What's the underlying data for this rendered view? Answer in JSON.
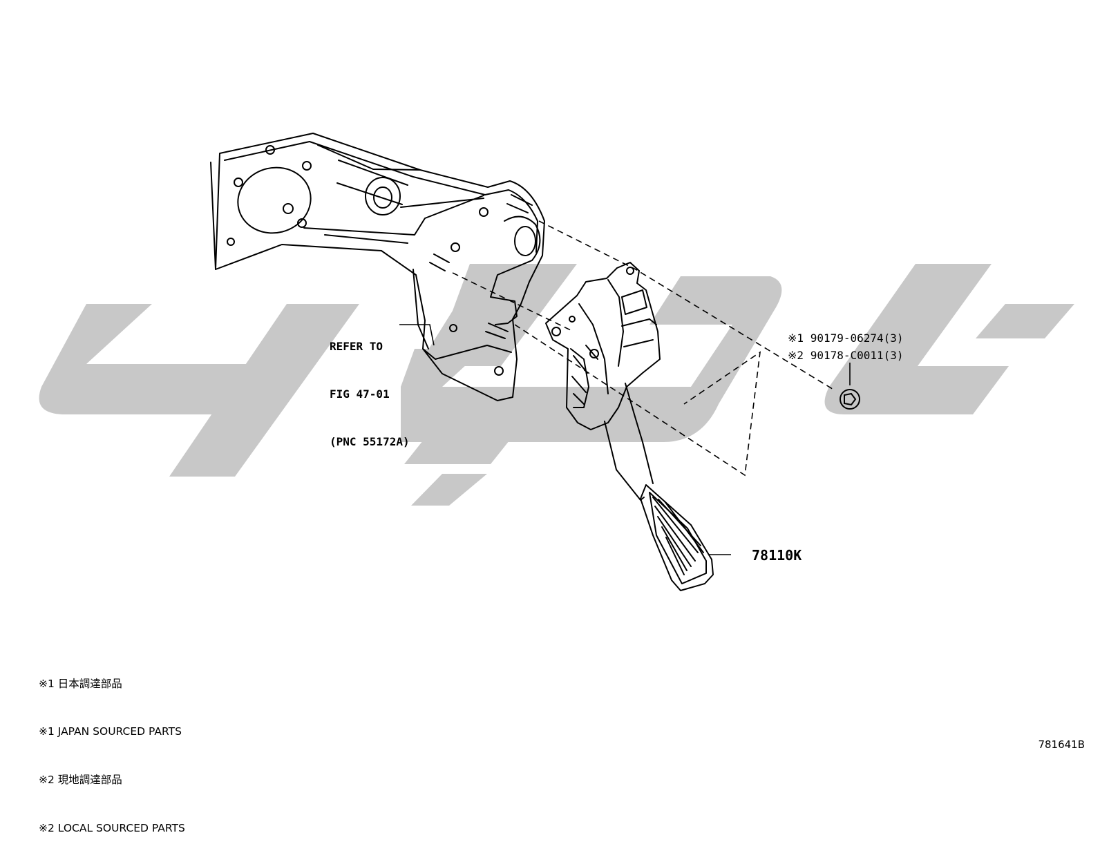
{
  "callouts": {
    "refer": [
      "REFER TO",
      "FIG 47-01",
      "(PNC 55172A)"
    ],
    "pedal_part": "78110K",
    "fasteners": [
      {
        "marker": "※1",
        "part": "90179-06274(3)"
      },
      {
        "marker": "※2",
        "part": "90178-C0011(3)"
      }
    ]
  },
  "notes": [
    "※1 日本調達部品",
    "※1 JAPAN SOURCED PARTS",
    "※2 現地調達部品",
    "※2 LOCAL SOURCED PARTS"
  ],
  "illustration_number": "781641B",
  "colors": {
    "line": "#000000",
    "watermark": "#c8c8c8",
    "background": "#ffffff"
  },
  "icons": [
    "watermark-logo-shape",
    "pedal-bracket-drawing",
    "accelerator-pedal-drawing",
    "nut-icon"
  ]
}
